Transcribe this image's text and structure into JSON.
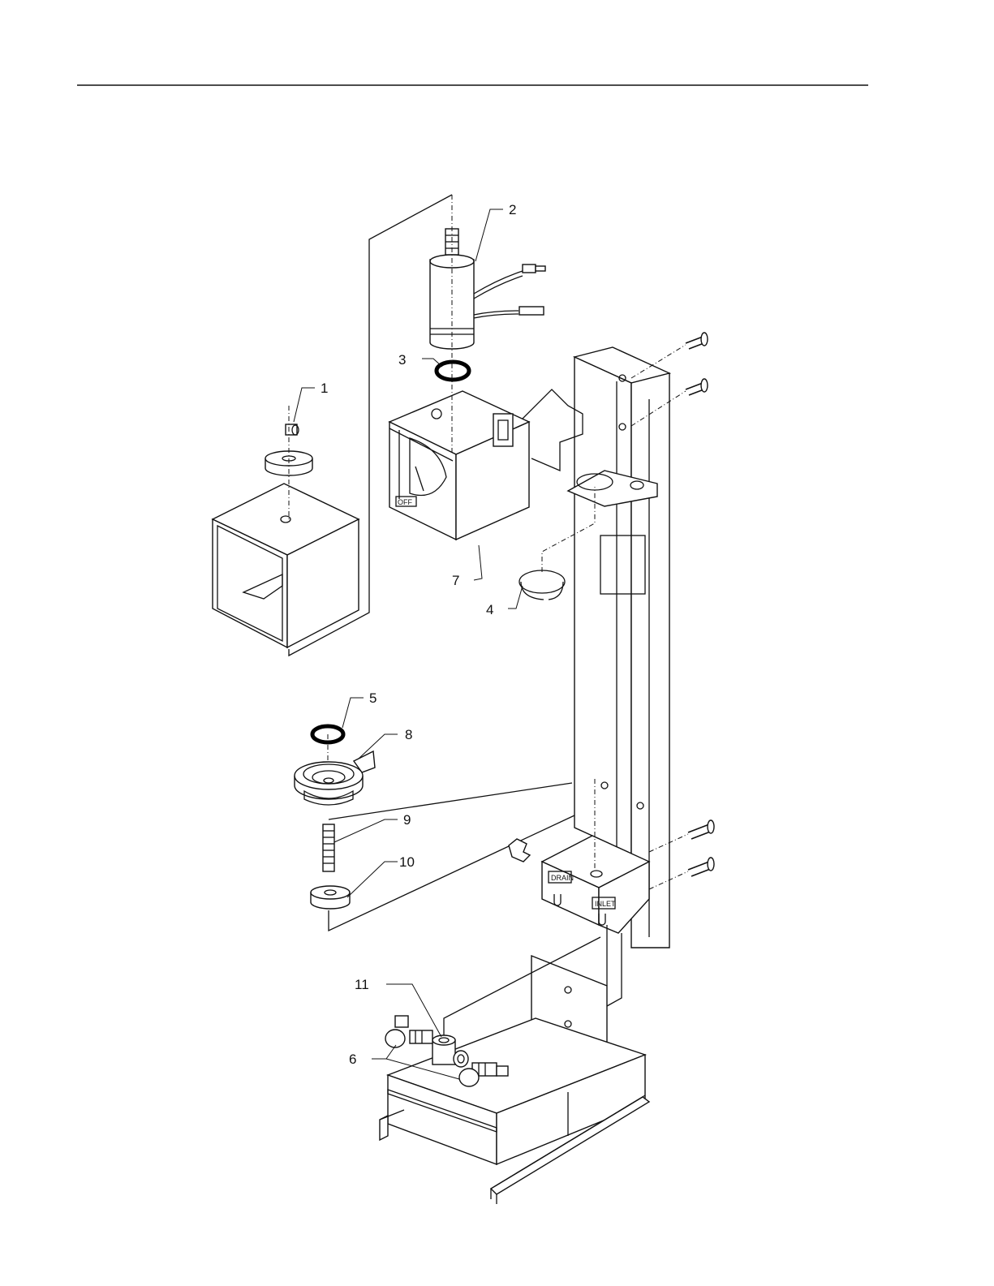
{
  "callouts": [
    {
      "num": "1"
    },
    {
      "num": "2"
    },
    {
      "num": "3"
    },
    {
      "num": "4"
    },
    {
      "num": "5"
    },
    {
      "num": "6"
    },
    {
      "num": "7"
    },
    {
      "num": "8"
    },
    {
      "num": "9"
    },
    {
      "num": "10"
    },
    {
      "num": "11"
    }
  ],
  "panel_labels": {
    "drain": "DRAIN",
    "inlet": "INLET",
    "off": "OFF"
  }
}
